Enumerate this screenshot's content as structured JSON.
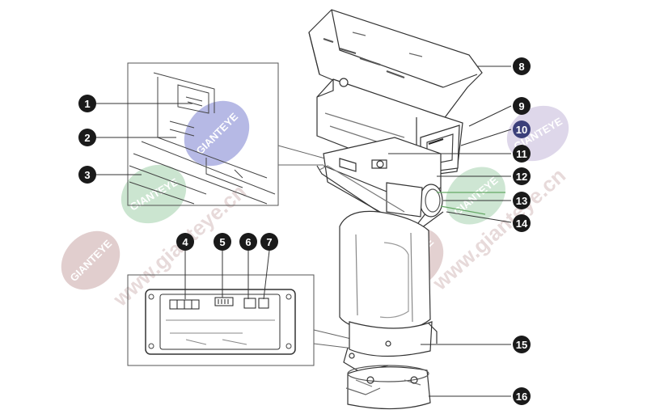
{
  "diagram": {
    "callouts": [
      {
        "id": "1",
        "label": "1"
      },
      {
        "id": "2",
        "label": "2"
      },
      {
        "id": "3",
        "label": "3"
      },
      {
        "id": "4",
        "label": "4"
      },
      {
        "id": "5",
        "label": "5"
      },
      {
        "id": "6",
        "label": "6"
      },
      {
        "id": "7",
        "label": "7"
      },
      {
        "id": "8",
        "label": "8"
      },
      {
        "id": "9",
        "label": "9"
      },
      {
        "id": "10",
        "label": "10"
      },
      {
        "id": "11",
        "label": "11"
      },
      {
        "id": "12",
        "label": "12"
      },
      {
        "id": "13",
        "label": "13"
      },
      {
        "id": "14",
        "label": "14"
      },
      {
        "id": "15",
        "label": "15"
      },
      {
        "id": "16",
        "label": "16"
      }
    ],
    "callout_color": "#1a1a1a",
    "callout_highlight_color": "#3b3f7a"
  },
  "watermark": {
    "logo_text": "GIANTEYE",
    "url_text": "www.gianteye.cn",
    "colors": {
      "green": "#b9dcc0",
      "pink": "#d9c2c2",
      "purple": "#7a7fcf"
    }
  }
}
